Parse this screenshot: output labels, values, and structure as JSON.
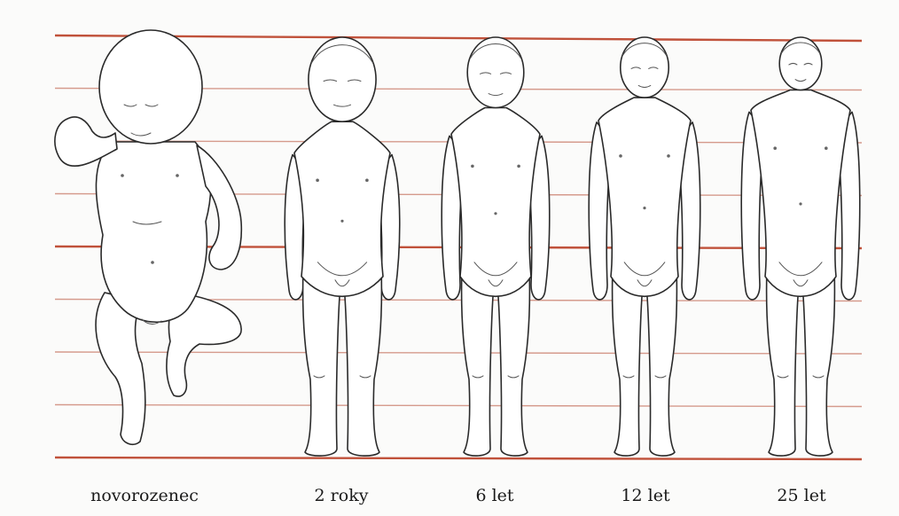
{
  "colors": {
    "line_dark": "#c0513a",
    "line_light": "#d59a8c",
    "outline": "#2a2a2a",
    "background": "#fbfbfa"
  },
  "stages": [
    {
      "label": "novorozenec",
      "head_fraction": 0.25
    },
    {
      "label": "2 roky",
      "head_fraction": 0.2
    },
    {
      "label": "6 let",
      "head_fraction": 0.167
    },
    {
      "label": "12 let",
      "head_fraction": 0.143
    },
    {
      "label": "25 let",
      "head_fraction": 0.125
    }
  ],
  "grid": {
    "divisions": 8,
    "accent_lines": [
      0,
      4,
      8
    ]
  }
}
